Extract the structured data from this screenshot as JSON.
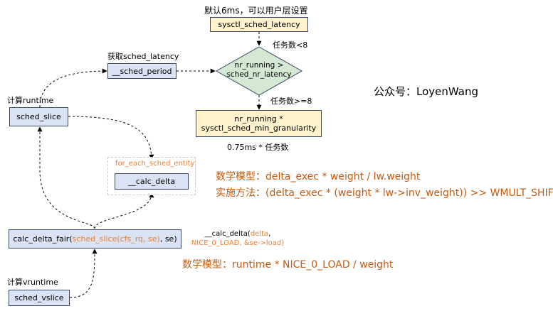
{
  "top_note": "默认6ms，可以用户层设置",
  "sysctl_latency": "sysctl_sched_latency",
  "get_latency_label": "获取sched_latency",
  "sched_period": "__sched_period",
  "decision": {
    "line1": "nr_running >",
    "line2": "sched_nr_latency"
  },
  "tasks_lt": "任务数<8",
  "tasks_ge": "任务数>=8",
  "min_gran": {
    "line1": "nr_running *",
    "line2": "sysctl_sched_min_granularity"
  },
  "min_gran_note": "0.75ms * 任务数",
  "watermark": "公众号：LoyenWang",
  "calc_runtime_label": "计算runtime",
  "sched_slice": "sched_slice",
  "for_each": "for_each_sched_entity",
  "calc_delta": "__calc_delta",
  "model1": "数学模型：delta_exec * weight / lw.weight",
  "impl": "实施方法：(delta_exec * (weight * lw->inv_weight)) >> WMULT_SHIFT",
  "calc_delta_fair": {
    "prefix": "calc_delta_fair(",
    "arg": "sched_slice(cfs_rq, se)",
    "suffix": ", se)"
  },
  "calc_delta_call": {
    "prefix": "__calc_delta(",
    "arg1": "delta",
    "sep": ",",
    "line2": "NICE_0_LOAD, &se->load)"
  },
  "model2": "数学模型：runtime * NICE_0_LOAD / weight",
  "calc_vruntime_label": "计算vruntime",
  "sched_vslice": "sched_vslice",
  "colors": {
    "box_blue": "#dae3f3",
    "box_yellow": "#fff2cc",
    "decision_green": "#d5e8d4",
    "note_orange": "#ed7d31",
    "note_brown": "#c55a11"
  }
}
